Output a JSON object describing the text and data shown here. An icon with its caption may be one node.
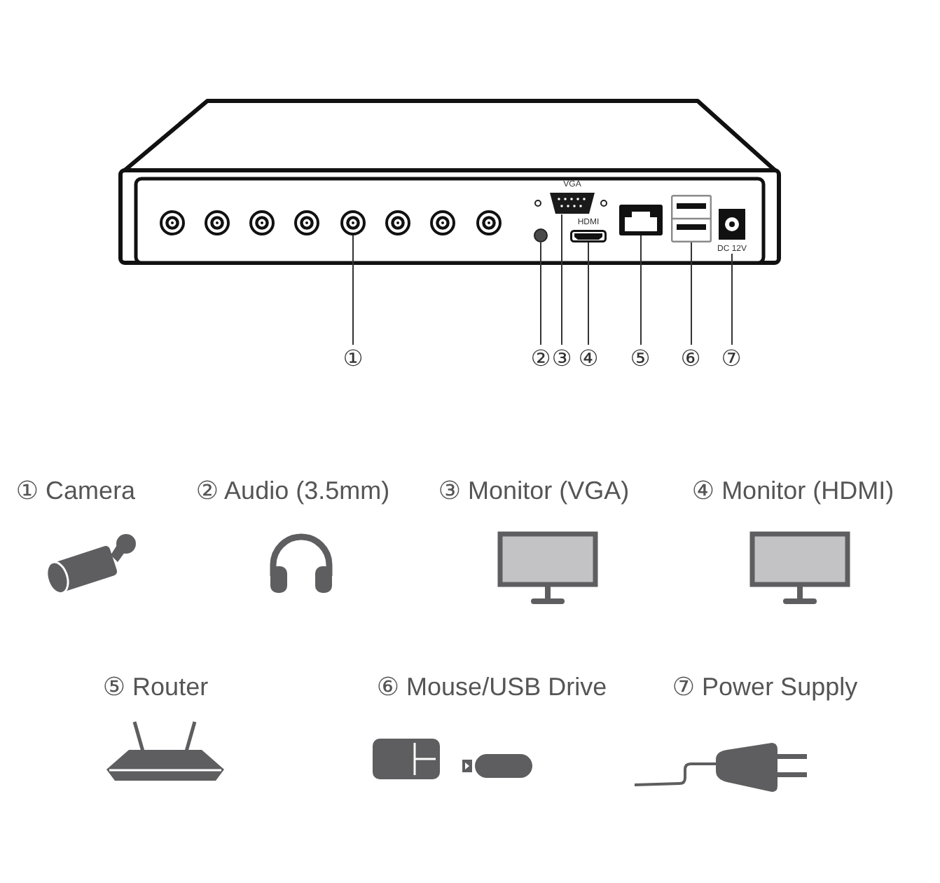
{
  "diagram": {
    "nodes": [
      {
        "text": [],
        "shape": "circle"
      },
      {
        "text": [],
        "shape": "circle"
      },
      {
        "text": [
          "VGA"
        ]
      },
      {
        "text": [
          "HDMI"
        ]
      },
      {
        "text": [],
        "shape": "box"
      },
      {
        "text": [],
        "shape": "box"
      },
      {
        "text": [
          "DC 12V"
        ]
      },
      {
        "text": [
          "①"
        ]
      },
      {
        "text": [
          "②"
        ]
      },
      {
        "text": [
          "③"
        ]
      },
      {
        "text": [
          "④"
        ]
      },
      {
        "text": [
          "⑤"
        ]
      },
      {
        "text": [
          "⑥"
        ]
      },
      {
        "text": [
          "⑦"
        ]
      }
    ],
    "edges": [
      {
        "from": 7,
        "to": 0,
        "arrow": "none"
      },
      {
        "from": 8,
        "to": 1,
        "arrow": "none"
      },
      {
        "from": 9,
        "to": 2,
        "arrow": "none"
      },
      {
        "from": 10,
        "to": 3,
        "arrow": "none"
      },
      {
        "from": 11,
        "to": 4,
        "arrow": "none"
      },
      {
        "from": 12,
        "to": 5,
        "arrow": "none"
      },
      {
        "from": 13,
        "to": 6,
        "arrow": "none"
      }
    ],
    "labels": [
      "① Camera",
      "② Audio (3.5mm)",
      "③ Monitor (VGA)",
      "④ Monitor (HDMI)",
      "⑤ Router",
      "⑥ Mouse/USB Drive",
      "⑦ Power Supply"
    ]
  }
}
